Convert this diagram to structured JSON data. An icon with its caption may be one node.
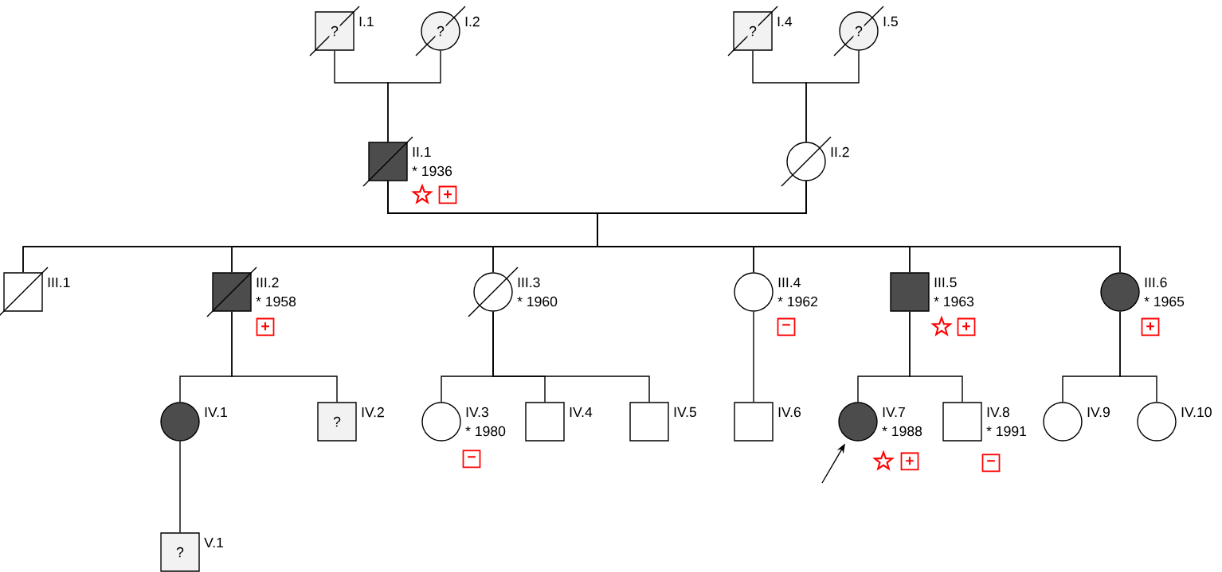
{
  "diagram": {
    "nodes": [
      {
        "text": [
          "?"
        ],
        "beside": [
          "I.1"
        ]
      },
      {
        "text": [
          "?"
        ],
        "beside": [
          "I.2"
        ]
      },
      {
        "text": [
          "?"
        ],
        "beside": [
          "I.4"
        ]
      },
      {
        "text": [
          "?"
        ],
        "beside": [
          "I.5"
        ]
      },
      {
        "text": [],
        "shape": "box",
        "beside": [
          "II.1",
          "* 1936"
        ]
      },
      {
        "text": [],
        "shape": "circle",
        "beside": [
          "II.2"
        ]
      },
      {
        "text": [],
        "shape": "box",
        "beside": [
          "III.1"
        ]
      },
      {
        "text": [],
        "shape": "box",
        "beside": [
          "III.2",
          "* 1958"
        ]
      },
      {
        "text": [],
        "shape": "circle",
        "beside": [
          "III.3",
          "* 1960"
        ]
      },
      {
        "text": [],
        "shape": "circle",
        "beside": [
          "III.4",
          "* 1962"
        ]
      },
      {
        "text": [],
        "shape": "box",
        "beside": [
          "III.5",
          "* 1963"
        ]
      },
      {
        "text": [],
        "shape": "circle",
        "beside": [
          "III.6",
          "* 1965"
        ]
      },
      {
        "text": [],
        "shape": "circle",
        "beside": [
          "IV.1"
        ]
      },
      {
        "text": [
          "?"
        ],
        "beside": [
          "IV.2"
        ]
      },
      {
        "text": [],
        "shape": "circle",
        "beside": [
          "IV.3",
          "* 1980"
        ]
      },
      {
        "text": [],
        "shape": "box",
        "beside": [
          "IV.4"
        ]
      },
      {
        "text": [],
        "shape": "box",
        "beside": [
          "IV.5"
        ]
      },
      {
        "text": [],
        "shape": "box",
        "beside": [
          "IV.6"
        ]
      },
      {
        "text": [],
        "shape": "circle",
        "beside": [
          "IV.7",
          "* 1988"
        ]
      },
      {
        "text": [],
        "shape": "box",
        "beside": [
          "IV.8",
          "* 1991"
        ]
      },
      {
        "text": [],
        "shape": "circle",
        "beside": [
          "IV.9"
        ]
      },
      {
        "text": [],
        "shape": "circle",
        "beside": [
          "IV.10"
        ]
      },
      {
        "text": [
          "?"
        ],
        "beside": [
          "V.1"
        ]
      }
    ],
    "edges": [
      {
        "from": 0,
        "to": 4,
        "arrow": "none"
      },
      {
        "from": 1,
        "to": 4,
        "arrow": "none"
      },
      {
        "from": 2,
        "to": 5,
        "arrow": "none"
      },
      {
        "from": 3,
        "to": 5,
        "arrow": "none"
      },
      {
        "from": 4,
        "to": 6,
        "arrow": "none"
      },
      {
        "from": 5,
        "to": 6,
        "arrow": "none"
      },
      {
        "from": 4,
        "to": 7,
        "arrow": "none"
      },
      {
        "from": 5,
        "to": 7,
        "arrow": "none"
      },
      {
        "from": 4,
        "to": 8,
        "arrow": "none"
      },
      {
        "from": 5,
        "to": 8,
        "arrow": "none"
      },
      {
        "from": 4,
        "to": 9,
        "arrow": "none"
      },
      {
        "from": 5,
        "to": 9,
        "arrow": "none"
      },
      {
        "from": 4,
        "to": 10,
        "arrow": "none"
      },
      {
        "from": 5,
        "to": 10,
        "arrow": "none"
      },
      {
        "from": 4,
        "to": 11,
        "arrow": "none"
      },
      {
        "from": 5,
        "to": 11,
        "arrow": "none"
      },
      {
        "from": 7,
        "to": 12,
        "arrow": "none"
      },
      {
        "from": 7,
        "to": 13,
        "arrow": "none"
      },
      {
        "from": 8,
        "to": 14,
        "arrow": "none"
      },
      {
        "from": 8,
        "to": 15,
        "arrow": "none"
      },
      {
        "from": 8,
        "to": 16,
        "arrow": "none"
      },
      {
        "from": 9,
        "to": 17,
        "arrow": "none"
      },
      {
        "from": 10,
        "to": 18,
        "arrow": "none"
      },
      {
        "from": 10,
        "to": 19,
        "arrow": "none"
      },
      {
        "from": 11,
        "to": 20,
        "arrow": "none"
      },
      {
        "from": 11,
        "to": 21,
        "arrow": "none"
      },
      {
        "from": 12,
        "to": 22,
        "arrow": "none"
      },
      {
        "from": null,
        "to": 18,
        "arrow": "to"
      }
    ],
    "labels": [
      "+",
      "+",
      "−",
      "+",
      "+",
      "−",
      "+",
      "−"
    ]
  }
}
